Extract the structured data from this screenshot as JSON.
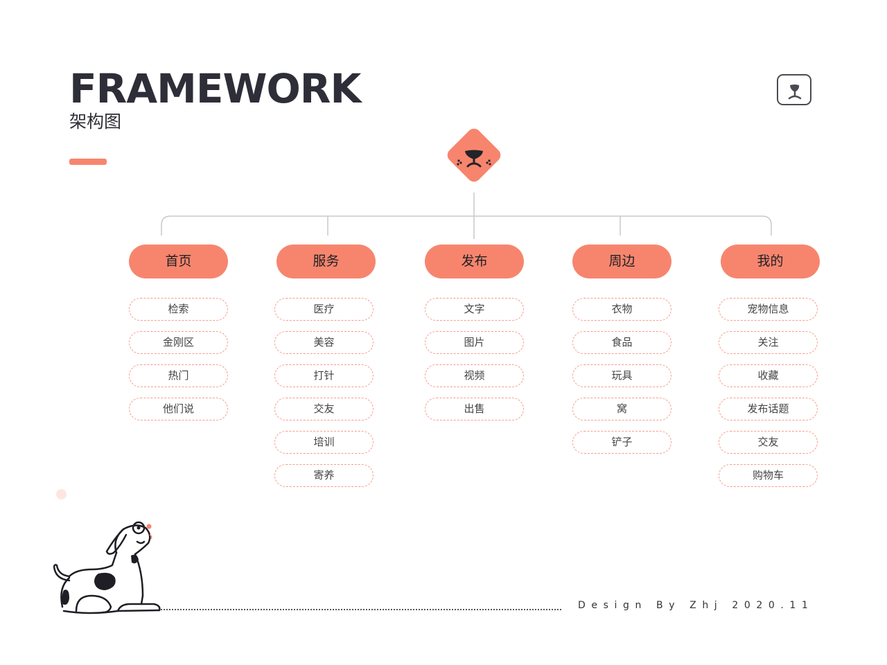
{
  "header": {
    "title": "FRAMEWORK",
    "subtitle": "架构图"
  },
  "colors": {
    "accent": "#f7856e",
    "dashed_border": "#f79a88",
    "dark": "#2e2e38",
    "line": "#c8c8c8"
  },
  "icons": {
    "root": "dog-nose-icon",
    "corner": "dog-nose-outline-icon"
  },
  "tree": {
    "columns": [
      {
        "label": "首页",
        "items": [
          "检索",
          "金刚区",
          "热门",
          "他们说"
        ]
      },
      {
        "label": "服务",
        "items": [
          "医疗",
          "美容",
          "打针",
          "交友",
          "培训",
          "寄养"
        ]
      },
      {
        "label": "发布",
        "items": [
          "文字",
          "图片",
          "视频",
          "出售"
        ]
      },
      {
        "label": "周边",
        "items": [
          "衣物",
          "食品",
          "玩具",
          "窝",
          "铲子"
        ]
      },
      {
        "label": "我的",
        "items": [
          "宠物信息",
          "关注",
          "收藏",
          "发布话题",
          "交友",
          "购物车"
        ]
      }
    ]
  },
  "footer": {
    "credit": "Design By Zhj 2020.11"
  }
}
